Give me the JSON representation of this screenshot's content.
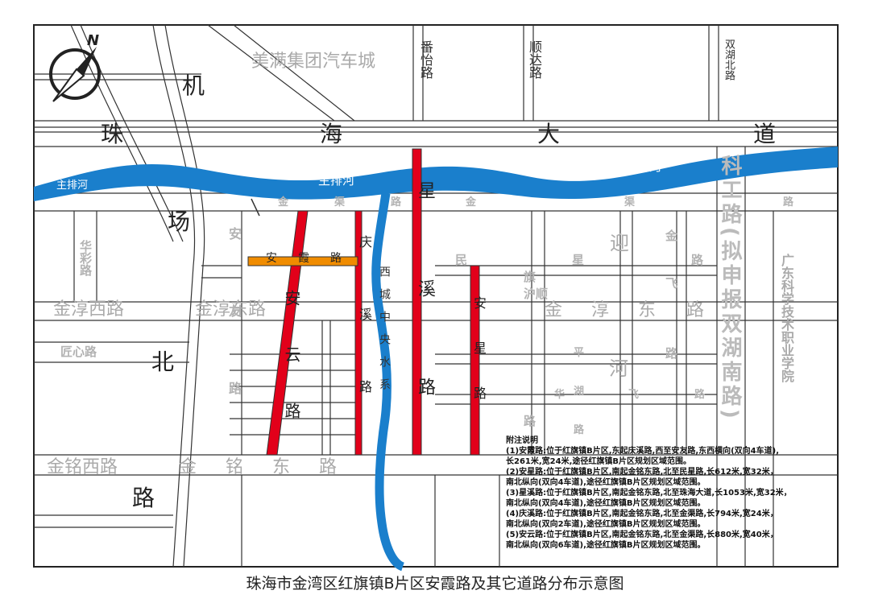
{
  "caption": "珠海市金湾区红旗镇B片区安霞路及其它道路分布示意图",
  "compass": {
    "north_label": "N"
  },
  "place_labels": {
    "auto_city": "美满集团汽车城",
    "college": "广东科学技术职业学院"
  },
  "river": {
    "main_label": "主排河",
    "central_label": "西城中央水系"
  },
  "major_roads": {
    "zhuhai_avenue": [
      "珠",
      "海",
      "大",
      "道"
    ],
    "airport_north": [
      "机",
      "场",
      "北",
      "路"
    ],
    "kegong": "科工路(拟申报双湖南路)",
    "jinming_east": [
      "金",
      "铭",
      "东",
      "路"
    ],
    "jinming_west": "金铭西路",
    "jinchun_east_right": [
      "金",
      "淳",
      "东",
      "路"
    ]
  },
  "minor_roads": {
    "fanyi": "番怡路",
    "shunda": "顺达路",
    "shuanghu_north": "双湖北路",
    "jinqu": [
      "金",
      "渠",
      "路",
      "金",
      "渠",
      "路"
    ],
    "huacai": "华彩路",
    "jinchun_west": "金淳西路",
    "jinchun_east_left": "金淳东路",
    "jiangxin": "匠心路",
    "anyou": "安友路",
    "hushun": "沪顺",
    "ying": "迎",
    "minxing": [
      "民",
      "星",
      "路"
    ],
    "qi": "旗",
    "jinfei": "金飞",
    "pinghu": [
      "平",
      "湖",
      "路",
      "华",
      "湖",
      "飞",
      "路"
    ],
    "he": "河",
    "lu_small": [
      "路",
      "路"
    ]
  },
  "highlight_roads": {
    "anxia": "安霞路",
    "anyun": "安云路",
    "qingxi": "庆溪路",
    "xingxi": "星溪路",
    "anxing": "安星路"
  },
  "notes": {
    "title": "附注说明",
    "items": [
      "(1)安霞路:位于红旗镇B片区,东起庆溪路,西至安友路,东西横向(双向4车道),",
      "长261米,宽24米,途径红旗镇B片区规划区域范围。",
      "(2)安星路:位于红旗镇B片区,南起金铭东路,北至民星路,长612米,宽32米，",
      "南北纵向(双向4车道),途径红旗镇B片区规划区域范围。",
      "(3)星溪路:位于红旗镇B片区,南起金铭东路,北至珠海大道,长1053米,宽32米，",
      "南北纵向(双向4车道),途径红旗镇B片区规划区域范围。",
      "(4)庆溪路:位于红旗镇B片区,南起金铭东路,北至金渠路,长794米,宽24米，",
      "南北纵向(双向2车道),途径红旗镇B片区规划区域范围。",
      "(5)安云路:位于红旗镇B片区,南起金铭东路,北至金渠路,长880米,宽40米，",
      "南北纵向(双向6车道),途径红旗镇B片区规划区域范围。"
    ]
  },
  "colors": {
    "river": "#1a7fcc",
    "red_road": "#e2001a",
    "orange_road": "#f08c00",
    "road_line": "#333333"
  }
}
